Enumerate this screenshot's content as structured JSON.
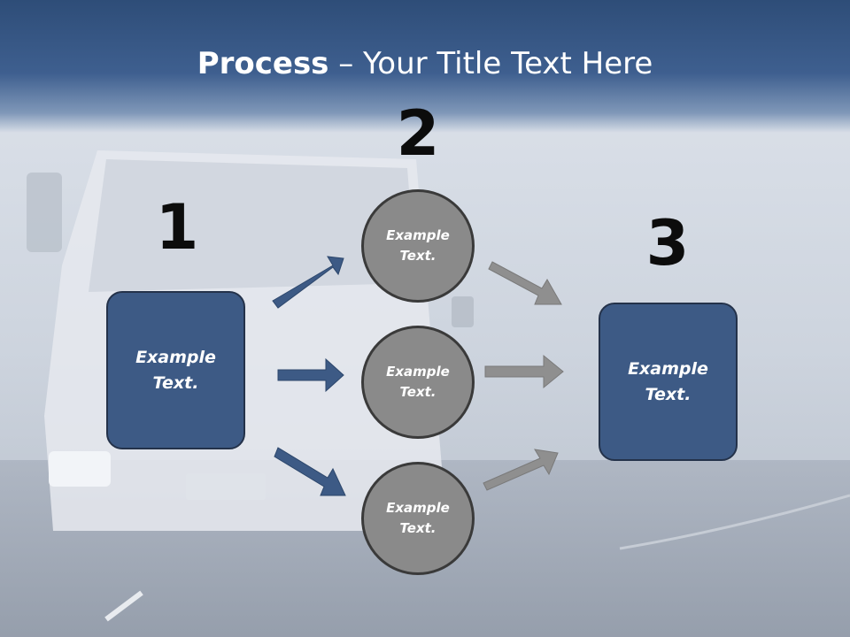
{
  "title": {
    "bold": "Process",
    "rest": " – Your Title Text Here"
  },
  "steps": [
    {
      "number": "1",
      "text": "Example Text."
    },
    {
      "number": "2",
      "items": [
        "Example Text.",
        "Example Text.",
        "Example Text."
      ]
    },
    {
      "number": "3",
      "text": "Example Text."
    }
  ],
  "colors": {
    "box": "#3d5a85",
    "circle": "#8a8a8a",
    "arrow_blue": "#3d5a85",
    "arrow_gray": "#8f8f8f"
  }
}
